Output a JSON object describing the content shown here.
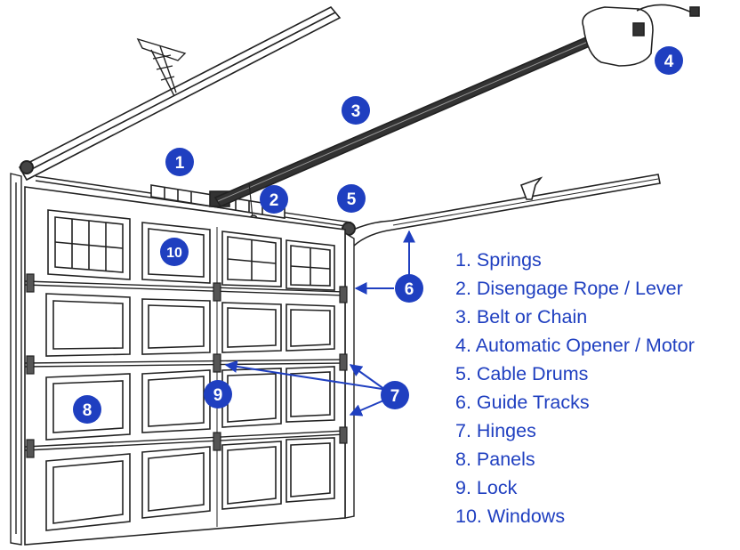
{
  "diagram": {
    "accent_color": "#1f3fc0",
    "line_color": "#222222",
    "badges": [
      {
        "id": "springs",
        "number": "1"
      },
      {
        "id": "rope",
        "number": "2"
      },
      {
        "id": "belt",
        "number": "3"
      },
      {
        "id": "opener",
        "number": "4"
      },
      {
        "id": "drums",
        "number": "5"
      },
      {
        "id": "tracks",
        "number": "6"
      },
      {
        "id": "hinges",
        "number": "7"
      },
      {
        "id": "panels",
        "number": "8"
      },
      {
        "id": "lock",
        "number": "9"
      },
      {
        "id": "windows",
        "number": "10"
      }
    ],
    "legend": [
      "1. Springs",
      "2. Disengage Rope / Lever",
      "3. Belt or Chain",
      "4. Automatic Opener / Motor",
      "5. Cable Drums",
      "6. Guide Tracks",
      "7. Hinges",
      "8. Panels",
      "9. Lock",
      "10. Windows"
    ]
  }
}
